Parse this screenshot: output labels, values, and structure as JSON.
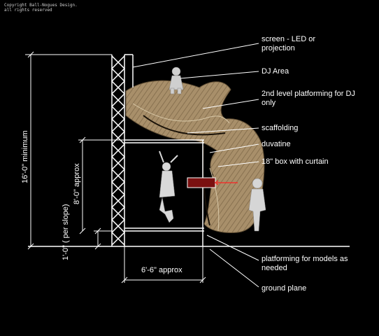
{
  "copyright": {
    "line1": "Copyright Ball-Nogues Design.",
    "line2": "all rights reserved"
  },
  "labels": {
    "screen": "screen - LED or projection",
    "dj_area": "DJ Area",
    "platform_2nd": "2nd level platforming for DJ only",
    "scaffolding": "scaffolding",
    "duvatine": "duvatine",
    "box": "18\" box with curtain",
    "platforming_models": "platforming for models as needed",
    "ground_plane": "ground plane"
  },
  "dimensions": {
    "overall_height": "16'-0\" minimum",
    "upper_height": "8'-0\" approx",
    "base_height": "1'-0\" ( per slope)",
    "width": "6'-6\" approx"
  },
  "colors": {
    "background": "#000000",
    "line": "#ffffff",
    "form": "#a88f6a",
    "box": "#7a1010",
    "arrow": "#ff2020"
  }
}
